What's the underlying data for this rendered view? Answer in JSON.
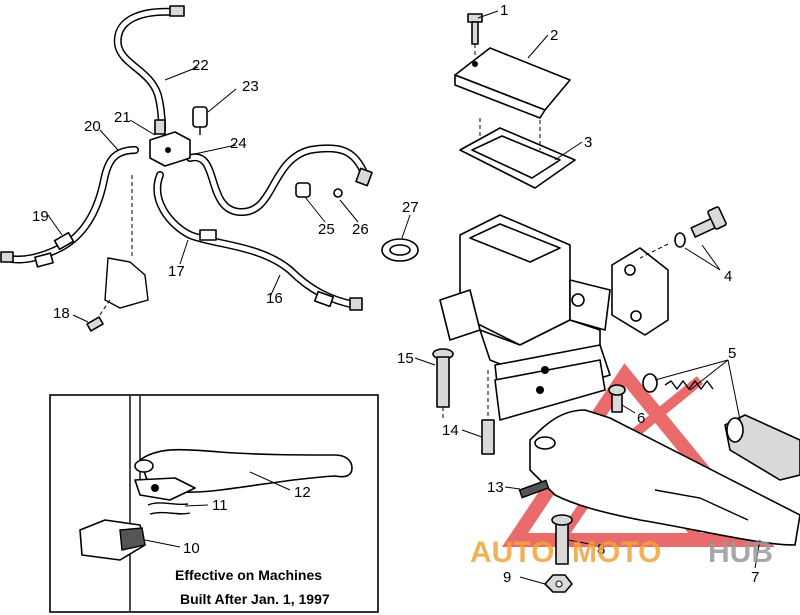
{
  "callouts": {
    "c1": "1",
    "c2": "2",
    "c3": "3",
    "c4": "4",
    "c5": "5",
    "c6": "6",
    "c7": "7",
    "c8": "8",
    "c9": "9",
    "c10": "10",
    "c11": "11",
    "c12": "12",
    "c13": "13",
    "c14": "14",
    "c15": "15",
    "c16": "16",
    "c17": "17",
    "c18": "18",
    "c19": "19",
    "c20": "20",
    "c21": "21",
    "c22": "22",
    "c23": "23",
    "c24": "24",
    "c25": "25",
    "c26": "26",
    "c27": "27"
  },
  "inset": {
    "line1": "Effective on Machines",
    "line2": "Built After Jan. 1, 1997"
  },
  "watermark": {
    "part1": "AUTO",
    "part2": "MOTO",
    "part3": "HUB",
    "colors": {
      "logo_red": "#e23a3a",
      "logo_orange": "#f2a33a",
      "logo_grey": "#9a9a9a"
    }
  }
}
